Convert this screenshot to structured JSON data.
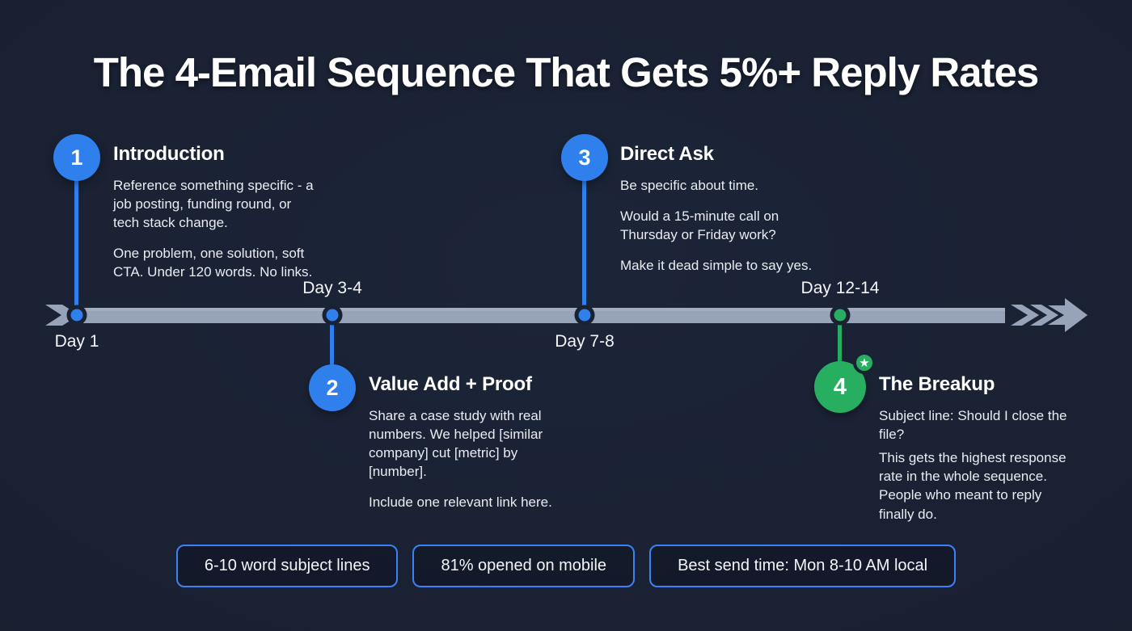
{
  "page": {
    "title": "The 4-Email Sequence That Gets 5%+ Reply Rates"
  },
  "colors": {
    "bg": "#1A2133",
    "blue": "#2F80ED",
    "green": "#27AE60",
    "bar": "#97A3B8",
    "bar-light": "#ACB6C7",
    "text": "#E9ECF2",
    "pill-border": "#3B82F6"
  },
  "icons": {
    "star": "★"
  },
  "milestones": [
    {
      "number": "1",
      "title": "Introduction",
      "day_label": "Day 1",
      "paragraphs": [
        "Reference something specific - a job posting, funding round, or tech stack change.",
        "One problem, one solution, soft CTA. Under 120 words. No links."
      ]
    },
    {
      "number": "2",
      "title": "Value Add + Proof",
      "day_label": "Day 3-4",
      "paragraphs": [
        "Share a case study with real numbers. We helped [similar company] cut [metric] by [number].",
        "Include one relevant link here."
      ]
    },
    {
      "number": "3",
      "title": "Direct Ask",
      "day_label": "Day 7-8",
      "paragraphs": [
        "Be specific about time.",
        "Would a 15-minute call on Thursday or Friday work?",
        "Make it dead simple to say yes."
      ]
    },
    {
      "number": "4",
      "title": "The Breakup",
      "day_label": "Day 12-14",
      "paragraphs": [
        "Subject line: Should I close the file?",
        "This gets the highest response rate in the whole sequence. People who meant to reply finally do."
      ]
    }
  ],
  "badges": [
    "6-10 word subject lines",
    "81% opened on mobile",
    "Best send time: Mon 8-10 AM local"
  ]
}
